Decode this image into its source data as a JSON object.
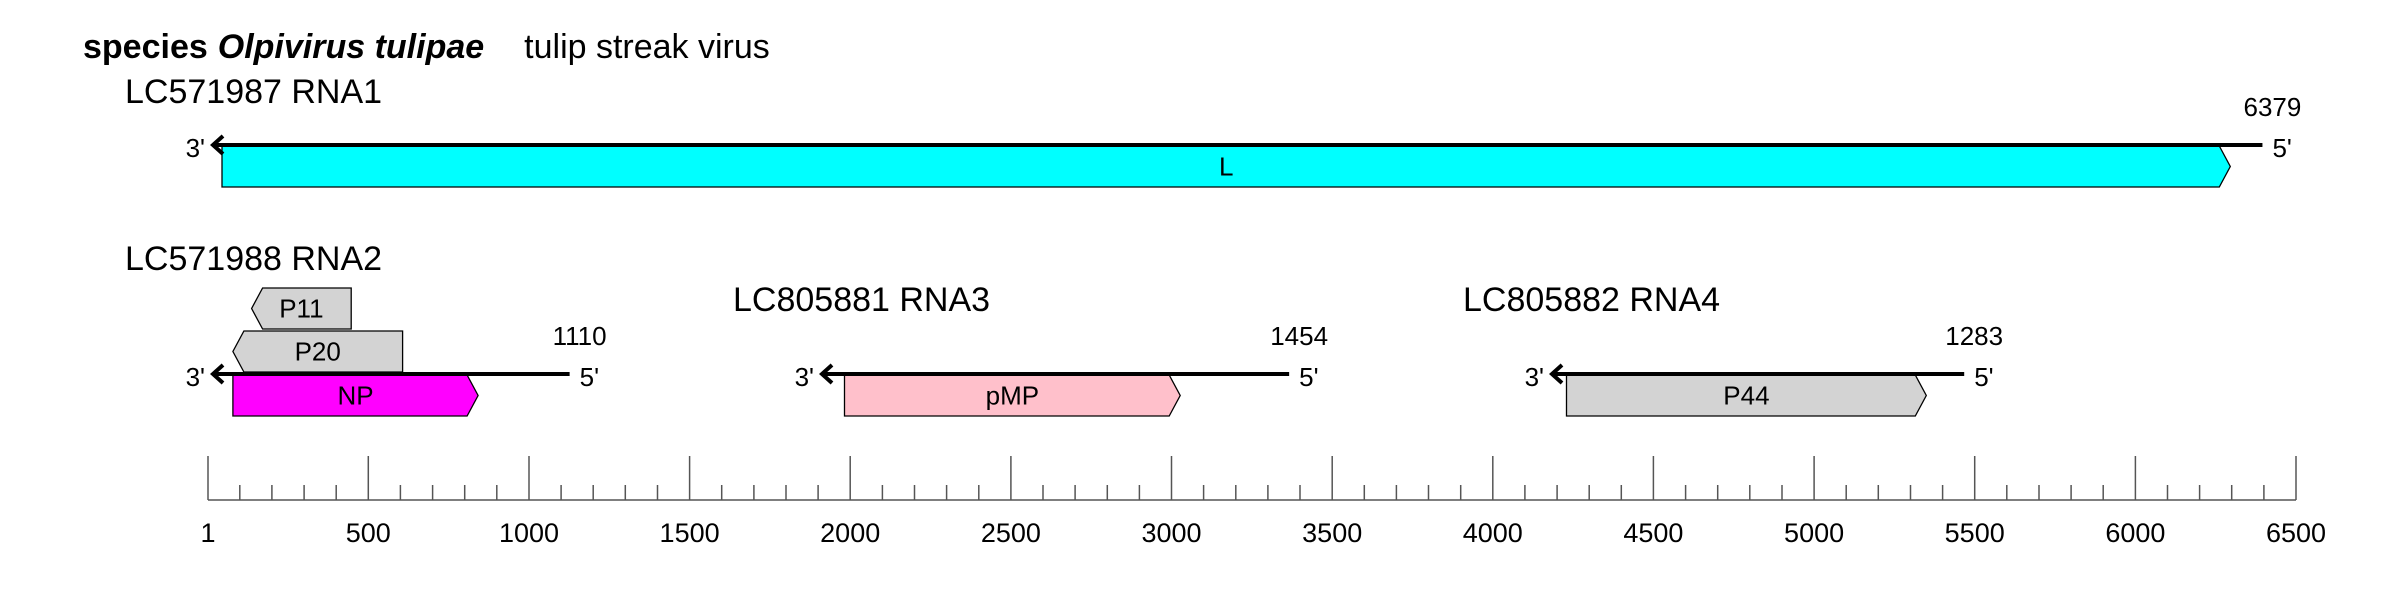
{
  "header": {
    "rank": "species",
    "species": "Olpivirus tulipae",
    "common_name": "tulip streak virus"
  },
  "segments": [
    {
      "id": "rna1",
      "label": "LC571987 RNA1",
      "length": 6379,
      "length_label": "6379",
      "end_left": "3'",
      "end_right": "5'",
      "genes": [
        {
          "name": "L",
          "start": 28,
          "end": 6279,
          "color": "#00ffff",
          "tier": 0,
          "dir": "right"
        }
      ]
    },
    {
      "id": "rna2",
      "label": "LC571988 RNA2",
      "length": 1110,
      "length_label": "1110",
      "end_left": "3'",
      "end_right": "5'",
      "genes": [
        {
          "name": "NP",
          "start": 62,
          "end": 825,
          "color": "#ff00ff",
          "tier": 0,
          "dir": "right"
        },
        {
          "name": "P20",
          "start": 62,
          "end": 590,
          "color": "#d3d3d3",
          "tier": 1,
          "dir": "left"
        },
        {
          "name": "P11",
          "start": 120,
          "end": 430,
          "color": "#d3d3d3",
          "tier": 2,
          "dir": "left"
        }
      ]
    },
    {
      "id": "rna3",
      "label": "LC805881 RNA3",
      "length": 1454,
      "length_label": "1454",
      "end_left": "3'",
      "end_right": "5'",
      "genes": [
        {
          "name": "pMP",
          "start": 70,
          "end": 1115,
          "color": "#ffc0cb",
          "tier": 0,
          "dir": "right"
        }
      ]
    },
    {
      "id": "rna4",
      "label": "LC805882 RNA4",
      "length": 1283,
      "length_label": "1283",
      "end_left": "3'",
      "end_right": "5'",
      "genes": [
        {
          "name": "P44",
          "start": 45,
          "end": 1165,
          "color": "#d3d3d3",
          "tier": 0,
          "dir": "right"
        }
      ]
    }
  ],
  "scale": {
    "min": 1,
    "max": 6500,
    "labels": [
      "1",
      "500",
      "1000",
      "1500",
      "2000",
      "2500",
      "3000",
      "3500",
      "4000",
      "4500",
      "5000",
      "5500",
      "6000",
      "6500"
    ]
  }
}
